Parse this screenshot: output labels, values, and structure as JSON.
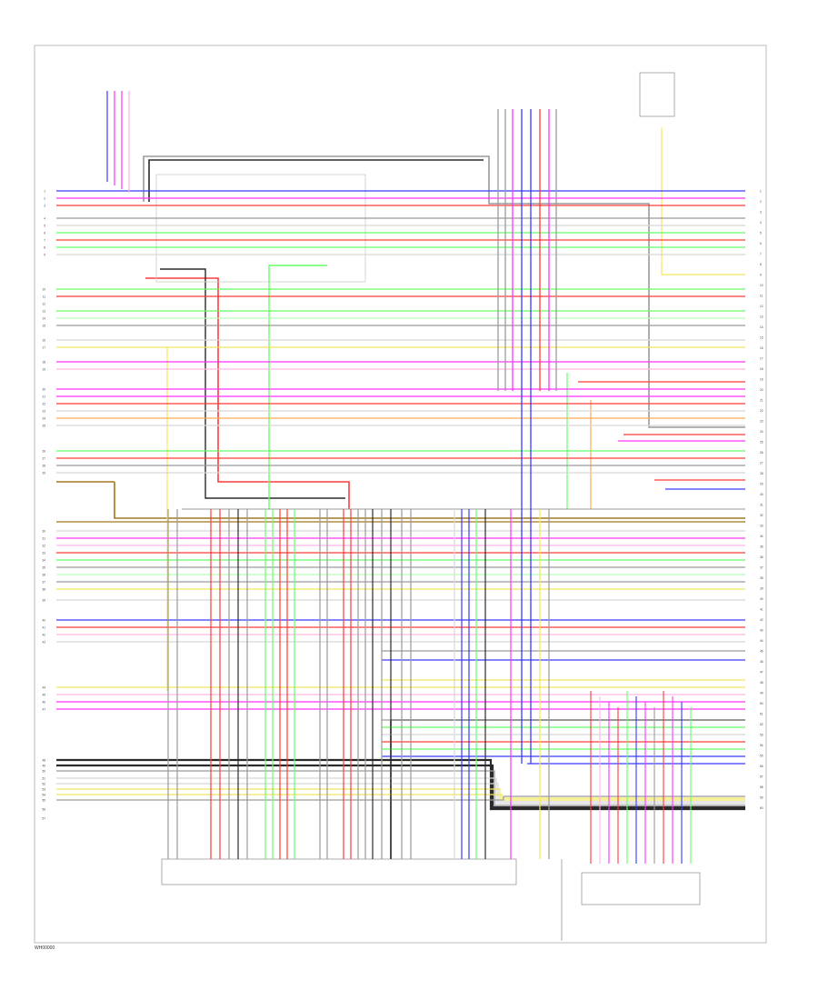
{
  "diagram": {
    "wire_colors": {
      "BLK": "#2b2b2b",
      "GRY": "#9a9a9a",
      "RED": "#ff3b3b",
      "GRN": "#66ff66",
      "BLU": "#3a3aff",
      "VIO": "#ff33ff",
      "PNK": "#ffb6e6",
      "YEL": "#f2e65a",
      "ORN": "#ffaa55",
      "BRN": "#a0781e",
      "WHT": "#d8d8d8",
      "LTGRN": "#b6ffb6"
    },
    "left_pin_numbers": [
      "1",
      "2",
      "3",
      "4",
      "5",
      "6",
      "7",
      "8",
      "9",
      "10",
      "11",
      "12",
      "13",
      "14",
      "15",
      "16",
      "17",
      "18",
      "19",
      "20",
      "21",
      "22",
      "23",
      "24",
      "25",
      "26",
      "27",
      "28",
      "29",
      "30",
      "31",
      "32",
      "33",
      "34",
      "35",
      "36",
      "37",
      "38",
      "39",
      "40",
      "41",
      "42",
      "43",
      "44",
      "45",
      "46",
      "47",
      "48",
      "49",
      "50",
      "51",
      "52",
      "53",
      "54",
      "55",
      "56",
      "57"
    ],
    "right_pin_numbers": [
      "1",
      "2",
      "3",
      "4",
      "5",
      "6",
      "7",
      "8",
      "9",
      "10",
      "11",
      "12",
      "13",
      "14",
      "15",
      "16",
      "17",
      "18",
      "19",
      "20",
      "21",
      "22",
      "23",
      "24",
      "25",
      "26",
      "27",
      "28",
      "29",
      "30",
      "31",
      "32",
      "33",
      "34",
      "35",
      "36",
      "37",
      "38",
      "39",
      "40",
      "41",
      "42",
      "43",
      "44",
      "45",
      "46",
      "47",
      "48",
      "49",
      "50",
      "51",
      "52",
      "53",
      "54",
      "55",
      "56",
      "57",
      "58",
      "59",
      "60"
    ],
    "footer_id": "WH00000"
  }
}
